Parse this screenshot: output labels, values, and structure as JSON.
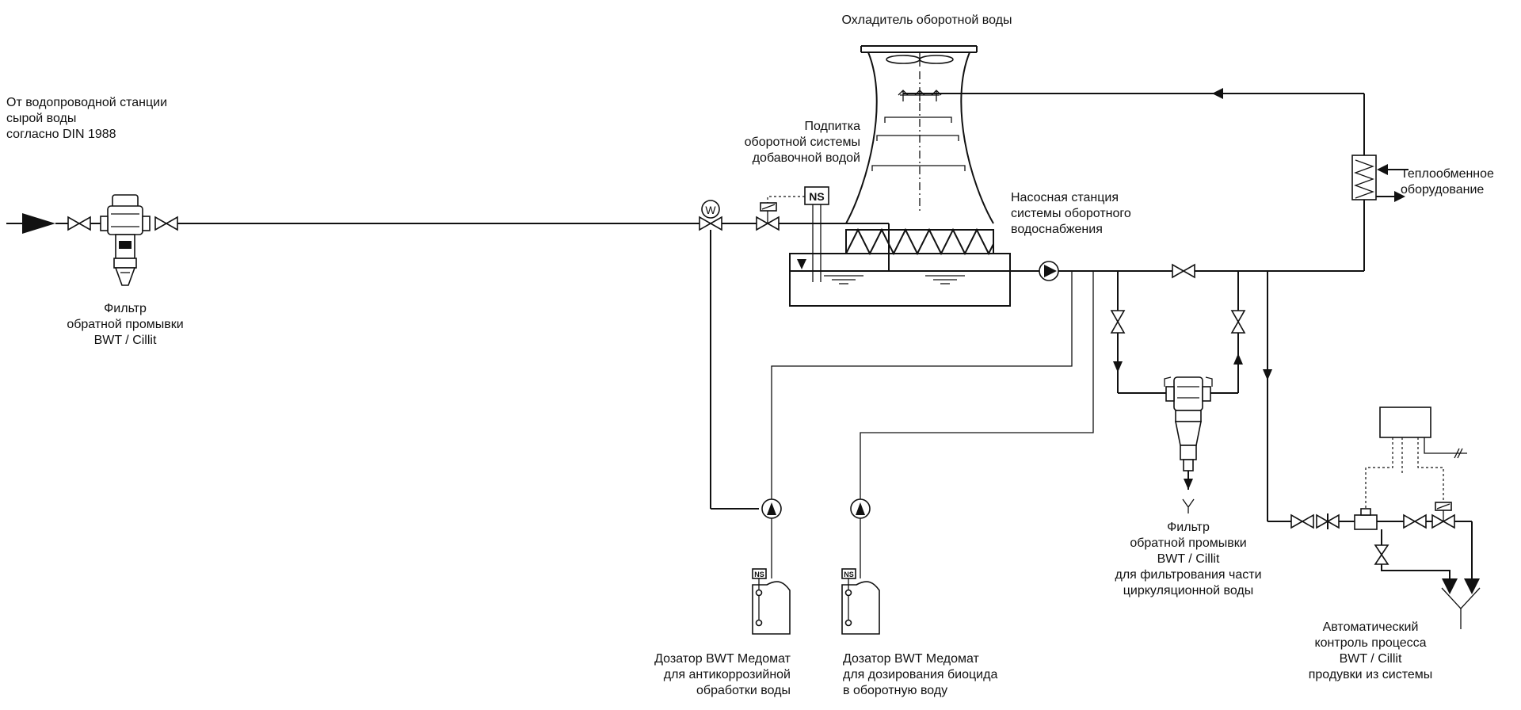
{
  "labels": {
    "cooler_title": "Охладитель оборотной воды",
    "source": [
      "От водопроводной станции",
      "сырой воды",
      "согласно DIN 1988"
    ],
    "inlet_filter": [
      "Фильтр",
      "обратной промывки",
      "BWT / Cillit"
    ],
    "makeup": [
      "Подпитка",
      "оборотной системы",
      "добавочной водой"
    ],
    "pump_station": [
      "Насосная станция",
      "системы оборотного",
      "водоснабжения"
    ],
    "heat_exchanger": [
      "Теплообменное",
      "оборудование"
    ],
    "side_filter": [
      "Фильтр",
      "обратной промывки",
      "BWT / Cillit",
      "для фильтрования части",
      "циркуляционной воды"
    ],
    "doser_corrosion": [
      "Дозатор BWT Медомат",
      "для антикоррозийной",
      "обработки воды"
    ],
    "doser_biocide": [
      "Дозатор BWT Медомат",
      "для дозирования биоцида",
      "в оборотную воду"
    ],
    "blowdown_control": [
      "Автоматический",
      "контроль процесса",
      "BWT / Cillit",
      "продувки из системы"
    ]
  },
  "symbols": {
    "water_meter": "W",
    "level_switch": "NS",
    "tank_level_switch": "NS"
  },
  "icons": [
    "inlet-arrow-icon",
    "gate-valve-icon",
    "backwash-filter-icon",
    "water-meter-icon",
    "solenoid-valve-icon",
    "fan-icon",
    "spray-nozzle-icon",
    "fill-pack-icon",
    "circulation-pump-icon",
    "heat-exchanger-icon",
    "dosing-pump-icon",
    "chemical-tank-icon",
    "controller-box-icon",
    "drain-funnel-icon"
  ]
}
